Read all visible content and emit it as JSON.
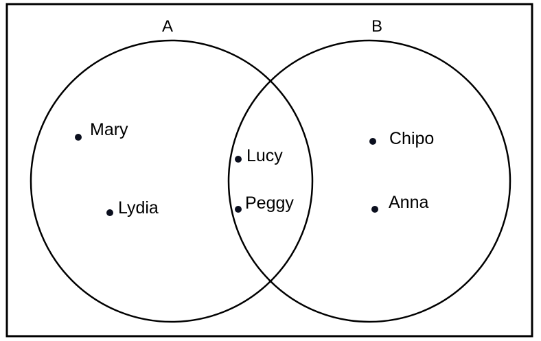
{
  "diagram": {
    "type": "venn",
    "sets": [
      {
        "id": "A",
        "label": "A"
      },
      {
        "id": "B",
        "label": "B"
      }
    ],
    "members": {
      "only_a": [
        "Mary",
        "Lydia"
      ],
      "both": [
        "Lucy",
        "Peggy"
      ],
      "only_b": [
        "Chipo",
        "Anna"
      ]
    }
  }
}
